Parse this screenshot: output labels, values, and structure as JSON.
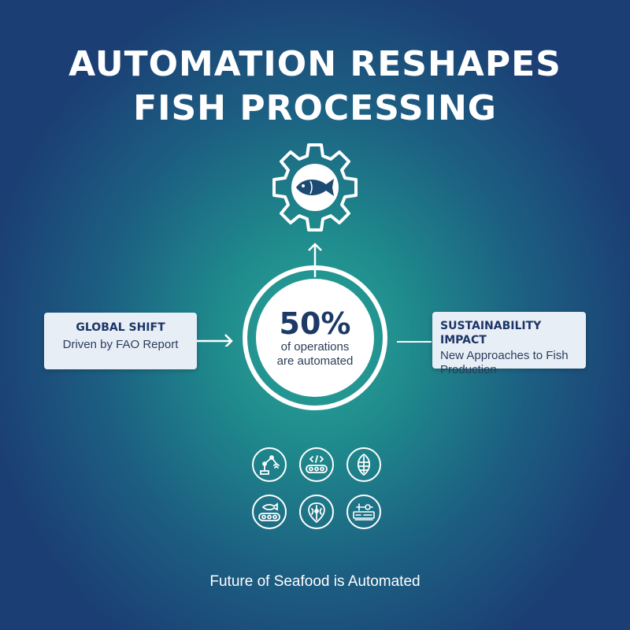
{
  "title": {
    "line1": "AUTOMATION RESHAPES",
    "line2": "FISH PROCESSING"
  },
  "center": {
    "value": "50%",
    "line1": "of operations",
    "line2": "are automated"
  },
  "left_box": {
    "title": "GLOBAL SHIFT",
    "text": "Driven by FAO Report"
  },
  "right_box": {
    "title": "SUSTAINABILITY IMPACT",
    "text_line1": "New Approaches to Fish",
    "text_line2": "Production"
  },
  "icons": [
    {
      "name": "robot-arm-icon"
    },
    {
      "name": "code-conveyor-icon"
    },
    {
      "name": "fish-fillet-icon"
    },
    {
      "name": "fish-conveyor-icon"
    },
    {
      "name": "fish-steak-icon"
    },
    {
      "name": "processing-machine-icon"
    }
  ],
  "gear_icon": "gear-fish-icon",
  "footer": "Future of Seafood is Automated",
  "colors": {
    "background_center": "#2aa79a",
    "background_edge": "#1b3f74",
    "text_dark": "#1d3a66",
    "box_bg": "#e8eef6"
  }
}
